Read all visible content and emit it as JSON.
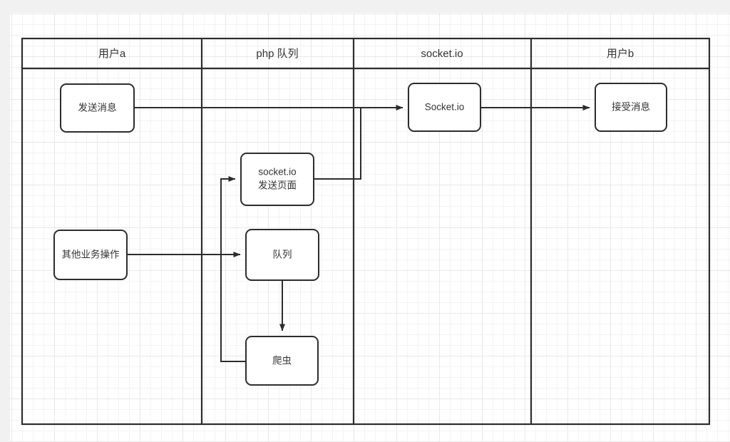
{
  "diagram": {
    "type": "swimlane-flowchart",
    "lanes": [
      {
        "id": "lane-user-a",
        "label": "用户a"
      },
      {
        "id": "lane-php-queue",
        "label": "php 队列"
      },
      {
        "id": "lane-socketio",
        "label": "socket.io"
      },
      {
        "id": "lane-user-b",
        "label": "用户b"
      }
    ],
    "nodes": [
      {
        "id": "node-send-message",
        "label": "发送消息",
        "lane": "lane-user-a"
      },
      {
        "id": "node-other-business",
        "label": "其他业务操作",
        "lane": "lane-user-a"
      },
      {
        "id": "node-socketio-page-line1",
        "label": "socket.io",
        "lane": "lane-php-queue"
      },
      {
        "id": "node-socketio-page-line2",
        "label": "发送页面",
        "lane": "lane-php-queue"
      },
      {
        "id": "node-queue",
        "label": "队列",
        "lane": "lane-php-queue"
      },
      {
        "id": "node-spider",
        "label": "爬虫",
        "lane": "lane-php-queue"
      },
      {
        "id": "node-socketio",
        "label": "Socket.io",
        "lane": "lane-socketio"
      },
      {
        "id": "node-receive-message",
        "label": "接受消息",
        "lane": "lane-user-b"
      }
    ],
    "edges": [
      {
        "id": "edge-send-to-socketio",
        "from": "node-send-message",
        "to": "node-socketio",
        "arrow": true
      },
      {
        "id": "edge-socketio-to-receive",
        "from": "node-socketio",
        "to": "node-receive-message",
        "arrow": true
      },
      {
        "id": "edge-page-to-socketio",
        "from": "node-socketio-page",
        "to": "node-socketio",
        "arrow": true
      },
      {
        "id": "edge-other-to-queue",
        "from": "node-other-business",
        "to": "node-queue",
        "arrow": true
      },
      {
        "id": "edge-queue-to-spider",
        "from": "node-queue",
        "to": "node-spider",
        "arrow": true
      },
      {
        "id": "edge-spider-to-page",
        "from": "node-spider",
        "to": "node-socketio-page",
        "arrow": true
      }
    ],
    "colors": {
      "stroke": "#2d2d2d",
      "text": "#333333",
      "node_fill": "#ffffff",
      "canvas": "#ffffff",
      "page_background": "#f1f1f1",
      "grid_minor": "#f3f3f3",
      "grid_major": "#e8e8e8"
    }
  }
}
